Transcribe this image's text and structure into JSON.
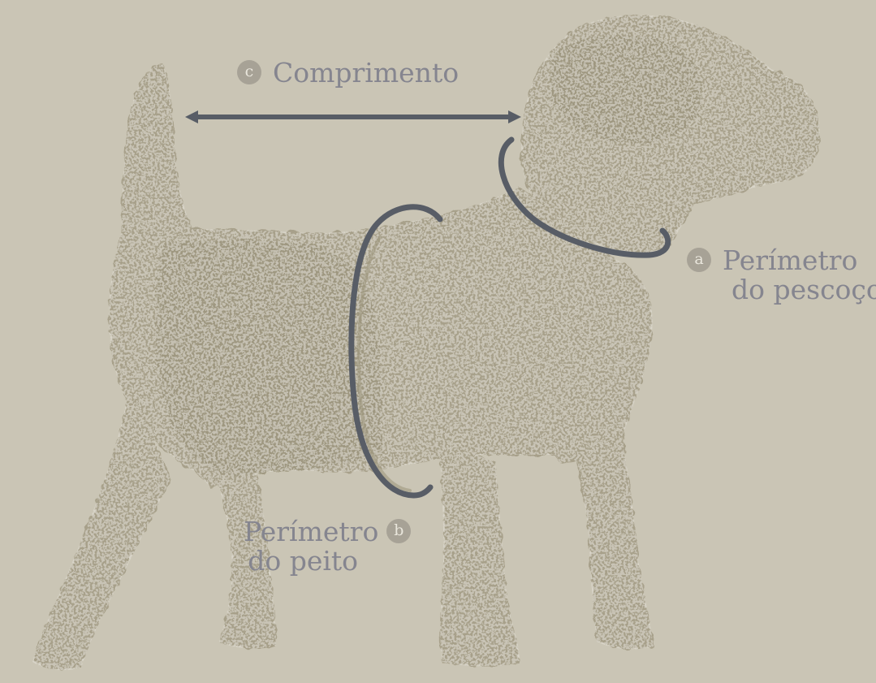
{
  "figure": {
    "background_color": "#cac5b5",
    "silhouette_color": "#a7a08a",
    "silhouette_dark_color": "#9e977f",
    "line_color": "#585d66",
    "label_color": "#85858f",
    "badge_color": "#a7a296",
    "subject": "dog-silhouette"
  },
  "labels": {
    "length": {
      "badge": "c",
      "text": "Comprimento"
    },
    "neck": {
      "badge": "a",
      "line1": "Perímetro",
      "line2": "do pescoço"
    },
    "chest": {
      "badge": "b",
      "line1": "Perímetro",
      "line2": "do peito"
    }
  }
}
